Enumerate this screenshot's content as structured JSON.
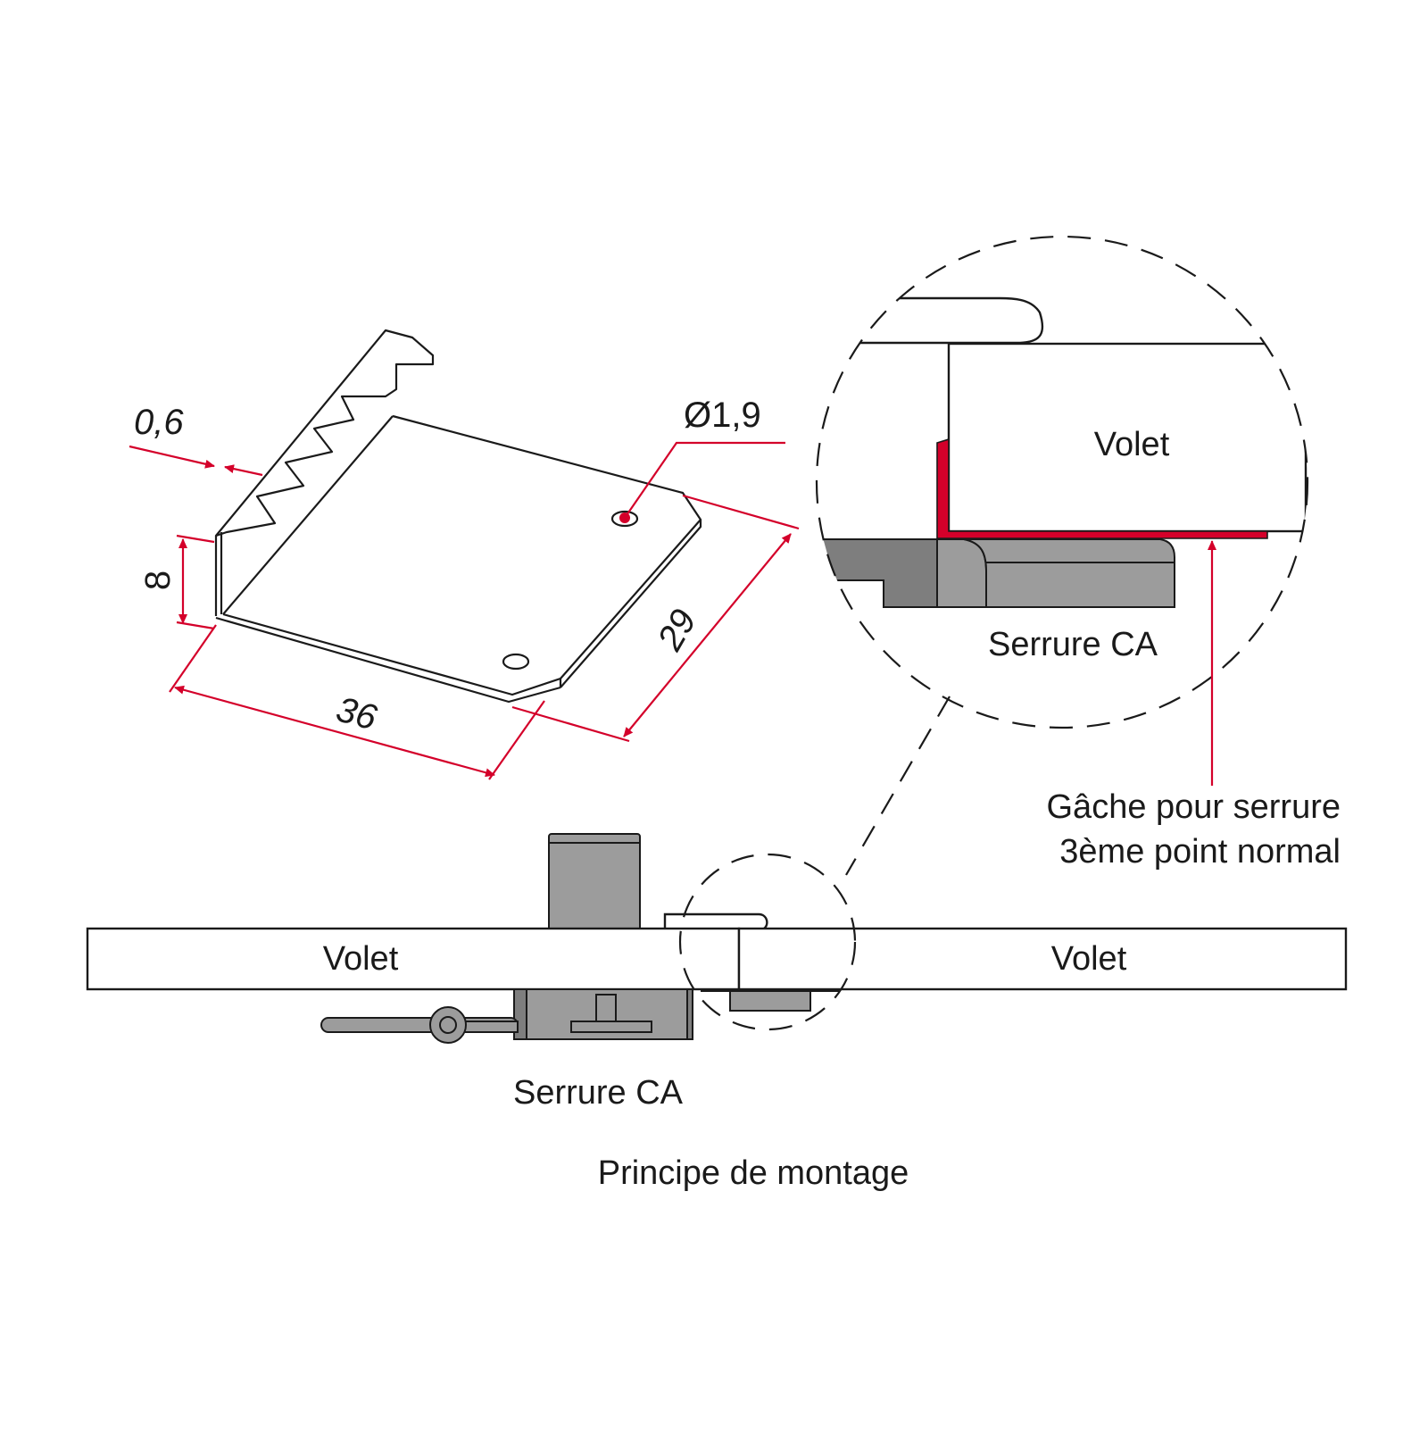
{
  "dimensions": {
    "thickness": "0,6",
    "hole_diameter": "Ø1,9",
    "height": "8",
    "length": "36",
    "width": "29"
  },
  "detail": {
    "volet": "Volet",
    "lock": "Serrure CA",
    "strike_line1": "Gâche pour serrure",
    "strike_line2": "3ème point normal"
  },
  "assembly": {
    "volet_left": "Volet",
    "volet_right": "Volet",
    "lock": "Serrure CA"
  },
  "caption": "Principe de montage",
  "colors": {
    "accent": "#d4002a",
    "part_gray": "#9c9c9c"
  }
}
